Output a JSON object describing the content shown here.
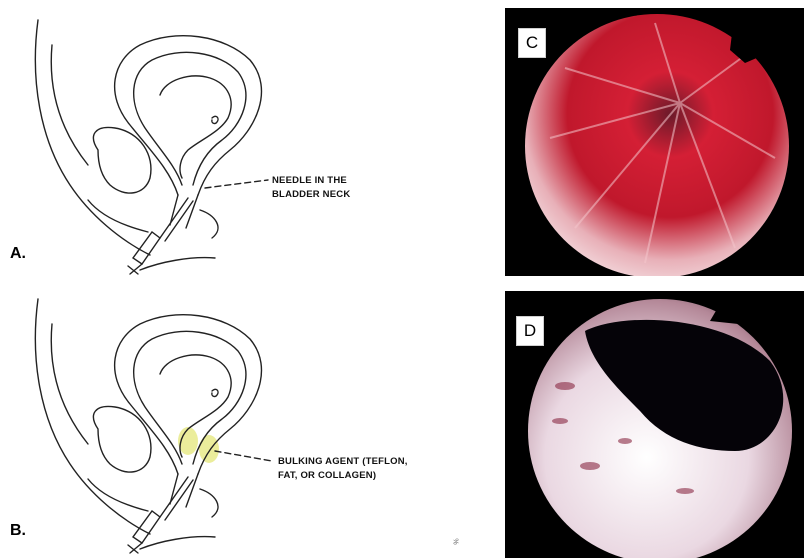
{
  "figure": {
    "panel_a": {
      "letter": "A.",
      "callout": [
        "NEEDLE IN THE",
        "BLADDER NECK"
      ]
    },
    "panel_b": {
      "letter": "B.",
      "callout": [
        "BULKING AGENT (TEFLON,",
        "FAT, OR COLLAGEN)"
      ]
    },
    "photo_c": {
      "letter": "C"
    },
    "photo_d": {
      "letter": "D"
    },
    "watermark": "%"
  },
  "colors": {
    "line": "#222222",
    "bulking_agent": "#e8ea8a",
    "photo_c_tissue": "#c0182c",
    "photo_d_tissue": "#e9d7e0"
  }
}
